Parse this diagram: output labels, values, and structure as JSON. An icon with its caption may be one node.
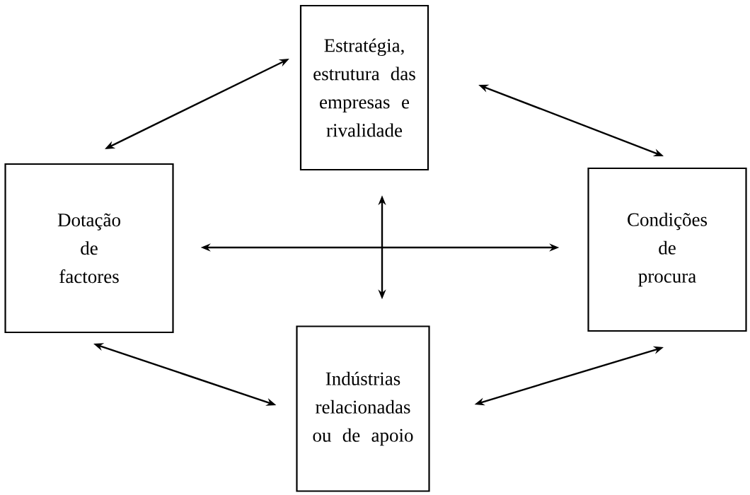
{
  "diagram": {
    "nodes": [
      {
        "text": [
          "Estratégia, estrutura das empresas e rivalidade"
        ]
      },
      {
        "text": [
          "Dotação de factores"
        ]
      },
      {
        "text": [
          "Condições de procura"
        ]
      },
      {
        "text": [
          "Indústrias relacionadas ou de apoio"
        ]
      }
    ],
    "edges": [
      {
        "from": 1,
        "to": 0,
        "arrow": "both"
      },
      {
        "from": 0,
        "to": 2,
        "arrow": "both"
      },
      {
        "from": 1,
        "to": 3,
        "arrow": "both"
      },
      {
        "from": 3,
        "to": 2,
        "arrow": "both"
      },
      {
        "from": 1,
        "to": 2,
        "arrow": "both"
      },
      {
        "from": 0,
        "to": 3,
        "arrow": "both"
      }
    ]
  }
}
